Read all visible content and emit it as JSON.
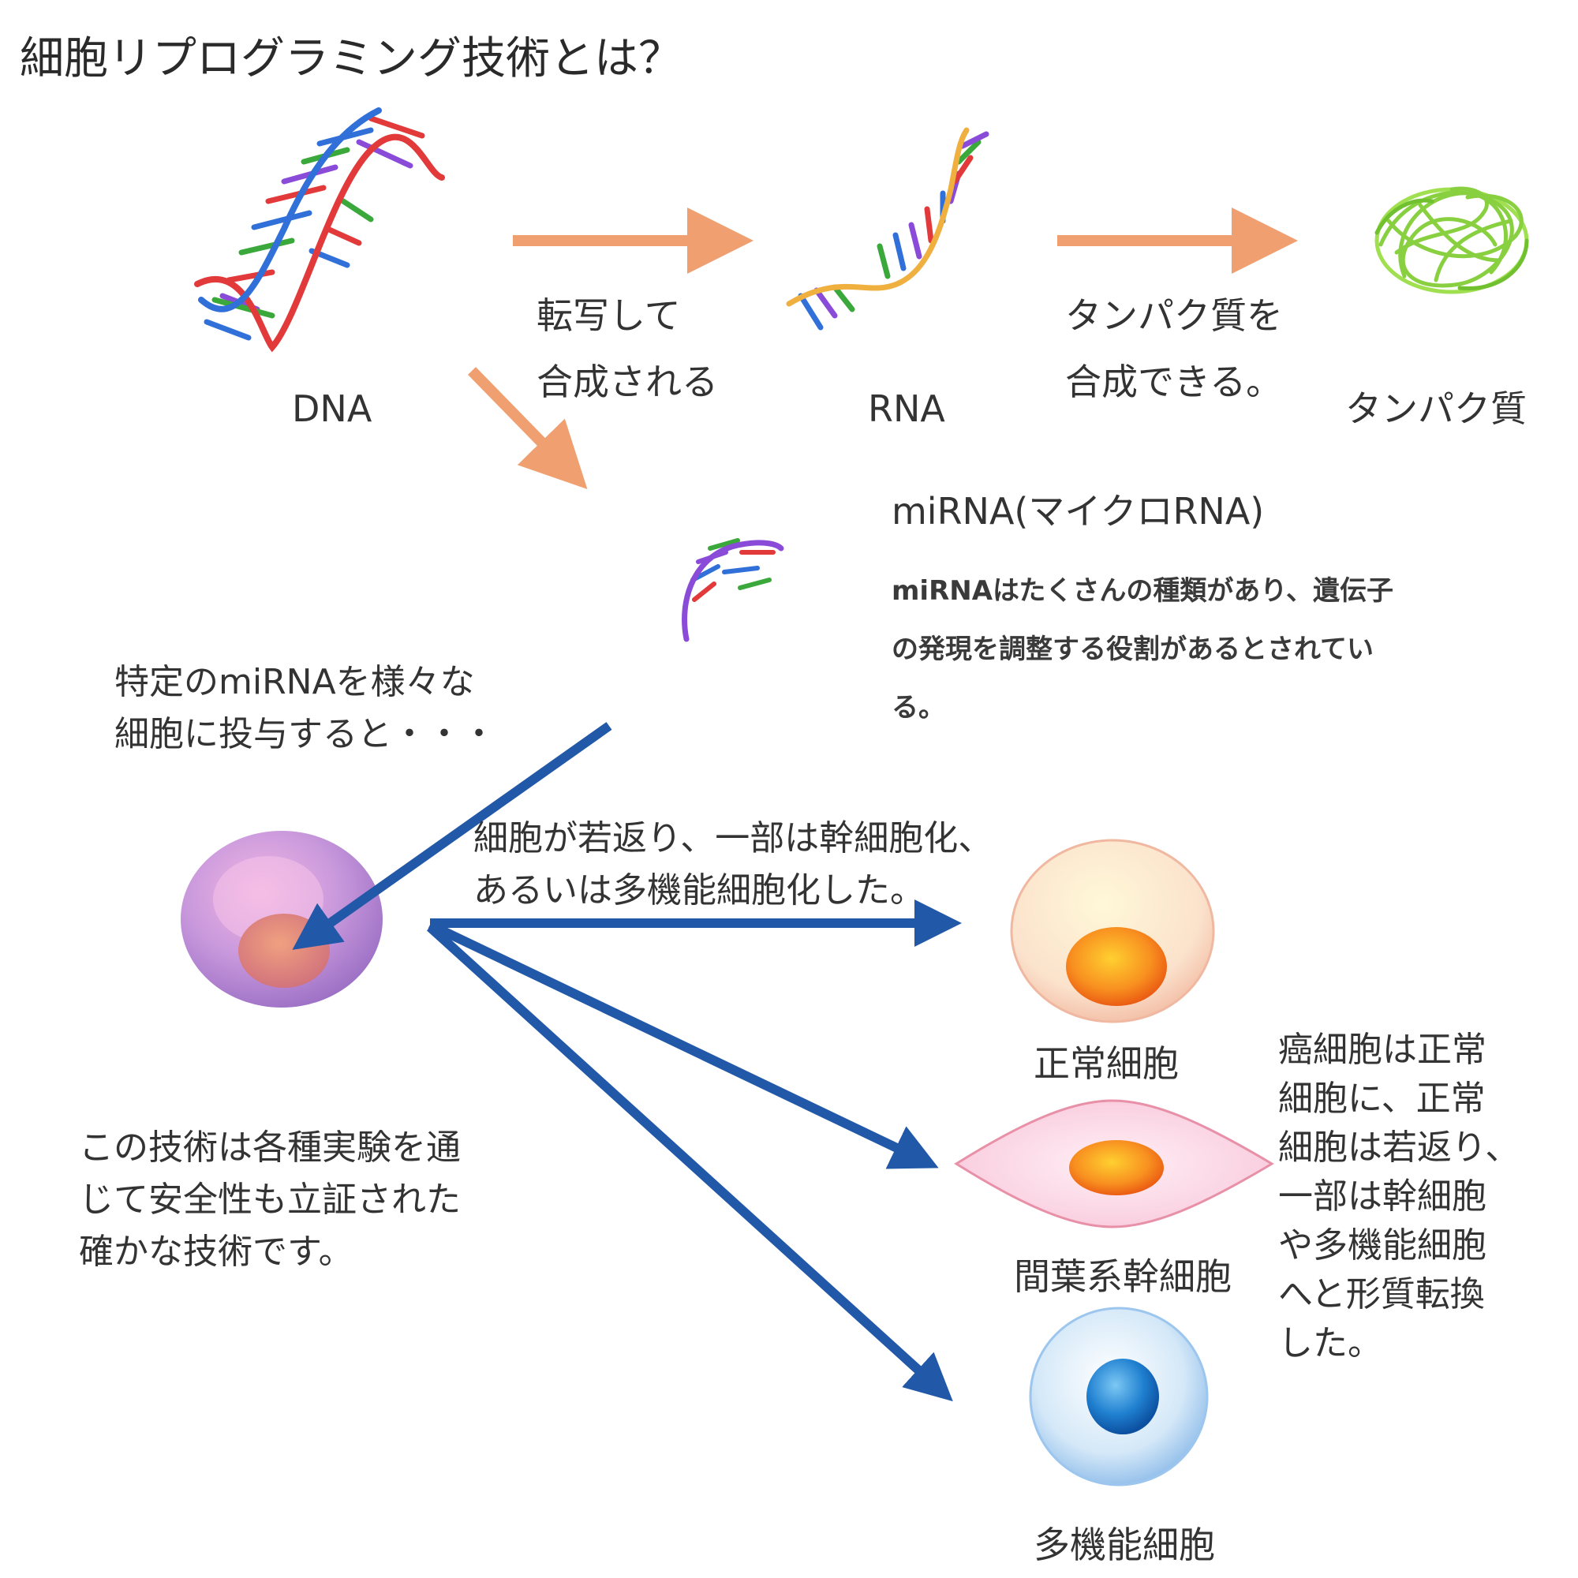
{
  "title": "細胞リプログラミング技術とは？",
  "labels": {
    "dna": "DNA",
    "rna": "RNA",
    "protein": "タンパク質"
  },
  "arrow_texts": {
    "transcription": [
      "転写して",
      "合成される"
    ],
    "translation": [
      "タンパク質を",
      "合成できる。"
    ]
  },
  "mirna": {
    "heading": "miRNA(マイクロRNA)",
    "description": [
      "miRNAはたくさんの種類があり、遺伝子",
      "の発現を調整する役割があるとされてい",
      "る。"
    ]
  },
  "administer_text": [
    "特定のmiRNAを様々な",
    "細胞に投与すると・・・"
  ],
  "rejuvenation_text": [
    "細胞が若返り、一部は幹細胞化、",
    "あるいは多機能細胞化した。"
  ],
  "safety_text": [
    "この技術は各種実験を通",
    "じて安全性も立証された",
    "確かな技術です。"
  ],
  "cancer_text": [
    "癌細胞は正常",
    "細胞に、正常",
    "細胞は若返り、",
    "一部は幹細胞",
    "や多機能細胞",
    "へと形質転換",
    "した。"
  ],
  "cell_labels": {
    "normal": "正常細胞",
    "mesenchymal": "間葉系幹細胞",
    "multifunctional": "多機能細胞"
  },
  "colors": {
    "orange_arrow": "#f0a070",
    "blue_arrow": "#2258a8",
    "protein_green": "#88d040",
    "cancer_cell": "#c090d8",
    "normal_cell": "#f8d8c0",
    "stem_cell": "#f8c8d8",
    "multi_cell": "#a8d0f0",
    "nucleus_orange": "#f07020",
    "nucleus_blue": "#1e70c0"
  }
}
